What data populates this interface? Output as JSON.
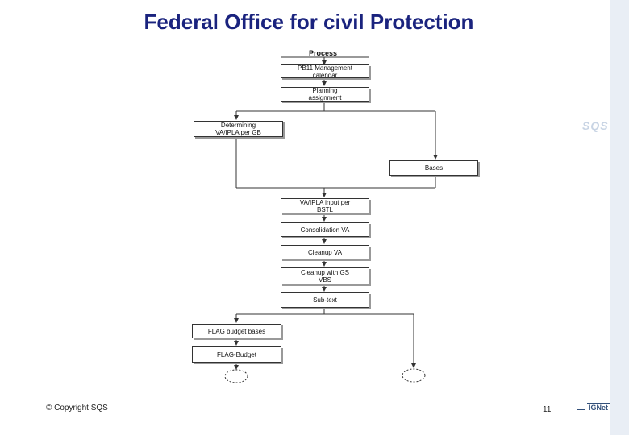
{
  "title": "Federal Office for civil Protection",
  "process_header": "Process",
  "boxes": {
    "pb11": "PB11 Management\ncalendar",
    "planning": "Planning\nassignment",
    "determining": "Determining\nVA/IPLA per GB",
    "bases": "Bases",
    "vaipla_input": "VA/IPLA input per\nBSTL",
    "consolidation": "Consolidation VA",
    "cleanup": "Cleanup VA",
    "cleanup_gs": "Cleanup with GS\nVBS",
    "subtext": "Sub-text",
    "flag_bases": "FLAG budget bases",
    "flag_budget": "FLAG-Budget"
  },
  "logo": "SQS",
  "footer": {
    "copyright": "© Copyright SQS",
    "page": "11",
    "ignet": "IGNet"
  }
}
